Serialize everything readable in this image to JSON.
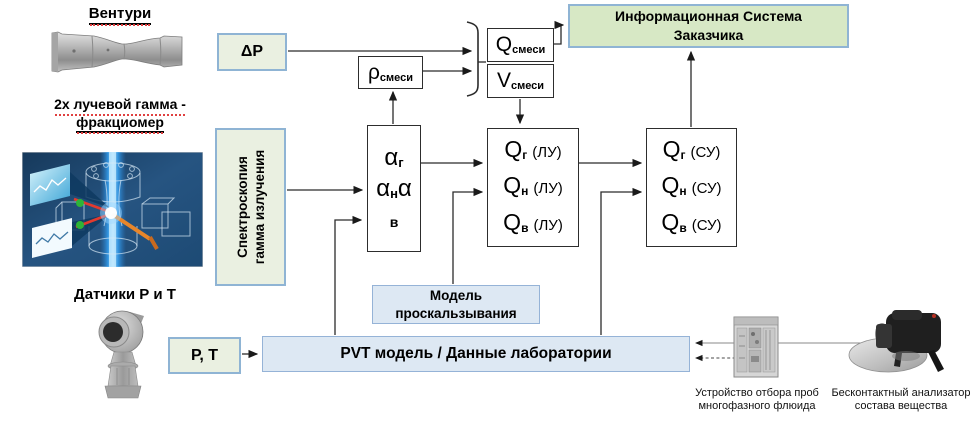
{
  "diagram": {
    "labels": {
      "venturi": "Вентури",
      "gamma_fractiometer_line1": "2х лучевой гамма -",
      "gamma_fractiometer_line2": "фракциомер",
      "pt_sensors": "Датчики Р и Т",
      "sampler_line1": "Устройство отбора проб",
      "sampler_line2": "многофазного флюида",
      "analyzer_line1": "Бесконтактный анализатор",
      "analyzer_line2": "состава вещества"
    },
    "boxes": {
      "delta_p": "ΔР",
      "p_t": "Р, Т",
      "spectroscopy_line1": "Спектроскопия",
      "spectroscopy_line2": "гамма излучения",
      "rho_mix": {
        "main": "ρ",
        "sub": "смеси"
      },
      "q_mix": {
        "main": "Q",
        "sub": "смеси"
      },
      "v_mix": {
        "main": "V",
        "sub": "смеси"
      },
      "info_system_line1": "Информационная Система",
      "info_system_line2": "Заказчика",
      "alpha": {
        "row1_main": "α",
        "row1_sub": "г",
        "row2_main1": "α",
        "row2_sub": "н",
        "row2_main2": "α",
        "row3_sub": "в"
      },
      "flows_lu": {
        "rows": [
          {
            "main": "Q",
            "sub": "г",
            "unit": "(ЛУ)"
          },
          {
            "main": "Q",
            "sub": "н",
            "unit": "(ЛУ)"
          },
          {
            "main": "Q",
            "sub": "в",
            "unit": "(ЛУ)"
          }
        ]
      },
      "flows_su": {
        "rows": [
          {
            "main": "Q",
            "sub": "г",
            "unit": "(СУ)"
          },
          {
            "main": "Q",
            "sub": "н",
            "unit": "(СУ)"
          },
          {
            "main": "Q",
            "sub": "в",
            "unit": "(СУ)"
          }
        ]
      },
      "slip_model_line1": "Модель",
      "slip_model_line2": "проскальзывания",
      "pvt": "PVT модель / Данные лаборатории"
    },
    "colors": {
      "green_fill": "#eaf0e1",
      "green_strong_fill": "#d7e8c5",
      "blue_fill": "#dde8f3",
      "box_border_blue": "#8fb4d4",
      "line": "#2b2b2b",
      "spellcheck_red": "#e04040"
    }
  }
}
